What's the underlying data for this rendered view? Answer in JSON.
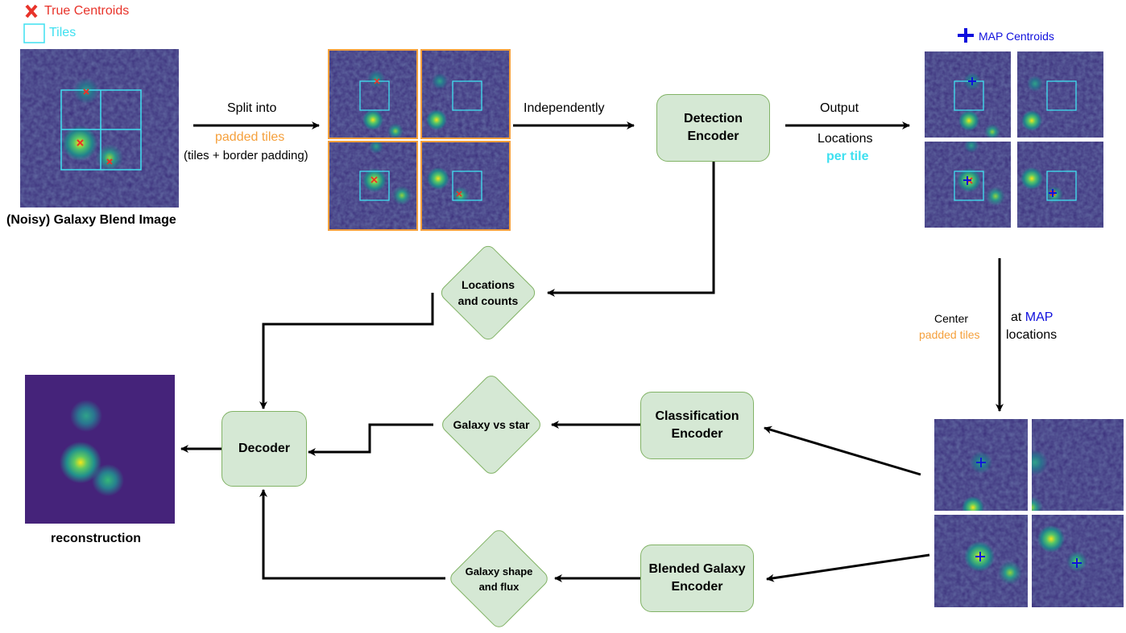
{
  "legend": {
    "true_centroids": "True Centroids",
    "tiles": "Tiles",
    "map_centroids": "MAP Centroids"
  },
  "labels": {
    "input_image": "(Noisy) Galaxy Blend Image",
    "split_into": "Split into",
    "padded_tiles": "padded tiles",
    "tiles_border_padding": "(tiles + border padding)",
    "independently": "Independently",
    "output": "Output",
    "locations": "Locations",
    "per_tile": "per tile",
    "center": "Center",
    "center_padded_tiles": "padded tiles",
    "at": "at",
    "map": "MAP",
    "locations_word": "locations",
    "reconstruction": "reconstruction"
  },
  "nodes": {
    "detection_encoder": "Detection Encoder",
    "classification_encoder": "Classification Encoder",
    "blended_galaxy_encoder": "Blended Galaxy Encoder",
    "decoder": "Decoder"
  },
  "diamonds": {
    "locations_counts": "Locations and counts",
    "galaxy_vs_star": "Galaxy vs star",
    "galaxy_shape_flux": "Galaxy shape and flux"
  },
  "colors": {
    "orange": "#f5a03c",
    "cyan": "#3ee0f0",
    "red": "#e8332a",
    "blue": "#1010dd",
    "green_fill": "#d5e8d4",
    "green_stroke": "#82b366",
    "image_bg": "#3a2d7a"
  }
}
